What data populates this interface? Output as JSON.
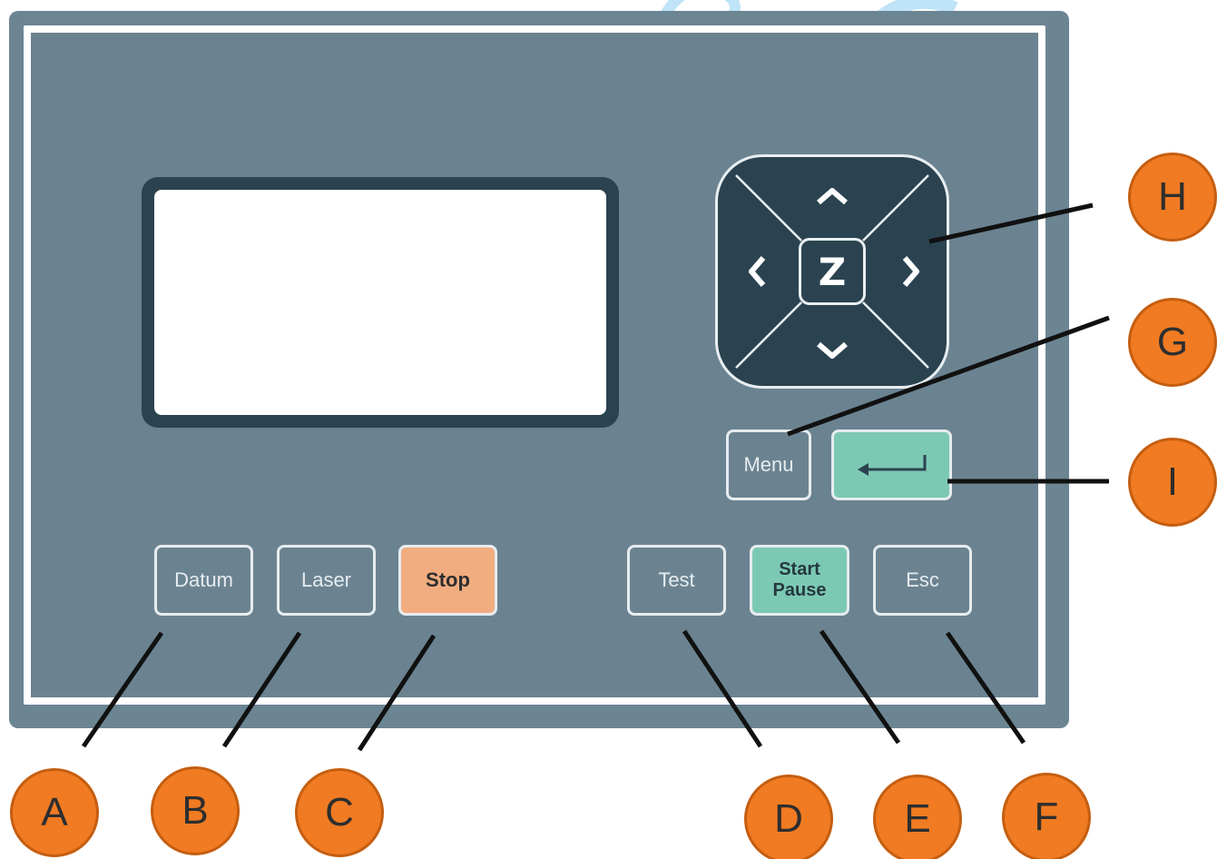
{
  "colors": {
    "panel": "#6c8593",
    "display_bezel": "#2b4350",
    "stop_key": "#f1ad80",
    "start_key": "#7cc9b3",
    "enter_key": "#7cc9b3",
    "callout_fill": "#f07b22",
    "watermark": "#bfe3f7"
  },
  "dpad": {
    "center_label": "Z",
    "arrows": [
      "up-arrow-icon",
      "down-arrow-icon",
      "left-arrow-icon",
      "right-arrow-icon"
    ]
  },
  "keys": {
    "datum": "Datum",
    "laser": "Laser",
    "stop": "Stop",
    "test": "Test",
    "start_line1": "Start",
    "start_line2": "Pause",
    "esc": "Esc",
    "menu": "Menu",
    "enter_icon": "enter-return-icon"
  },
  "callouts": {
    "a": "A",
    "b": "B",
    "c": "C",
    "d": "D",
    "e": "E",
    "f": "F",
    "g": "G",
    "h": "H",
    "i": "I"
  }
}
